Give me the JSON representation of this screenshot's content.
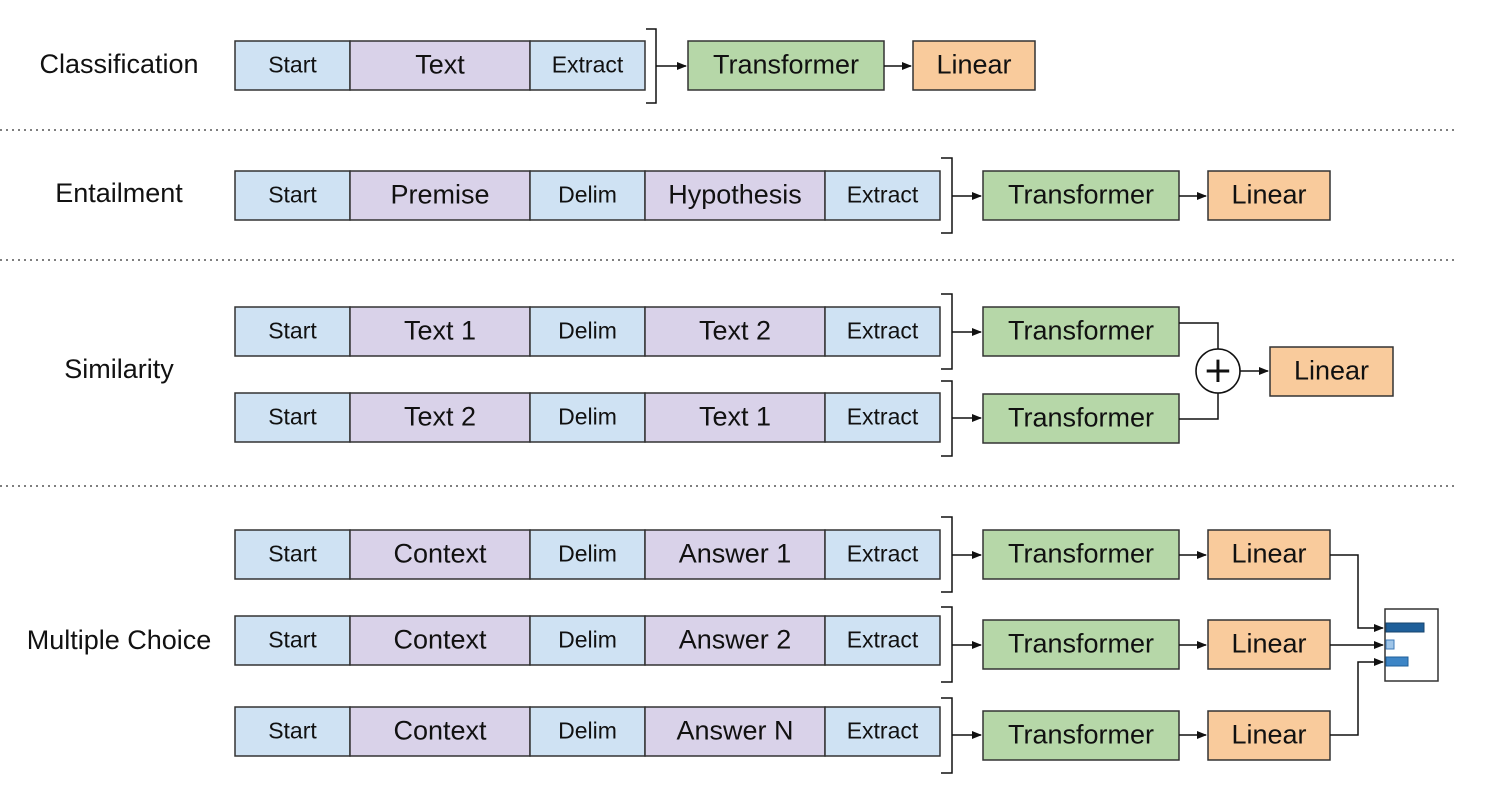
{
  "colors": {
    "special_token": "#cfe2f3",
    "content_token": "#d9d2e9",
    "transformer": "#b6d7a8",
    "linear": "#f9cb9c",
    "stroke": "#333333",
    "separator": "#555555",
    "softmax_bar": "#1f5f99",
    "softmax_bar_light": "#9fc5e8"
  },
  "icons": [
    "plus-circle-icon",
    "softmax-bars-icon"
  ],
  "modules": {
    "transformer": "Transformer",
    "linear": "Linear",
    "sum": "+"
  },
  "tasks": [
    {
      "name": "Classification",
      "sequences": [
        [
          "Start",
          "Text",
          "Extract"
        ]
      ]
    },
    {
      "name": "Entailment",
      "sequences": [
        [
          "Start",
          "Premise",
          "Delim",
          "Hypothesis",
          "Extract"
        ]
      ]
    },
    {
      "name": "Similarity",
      "sequences": [
        [
          "Start",
          "Text 1",
          "Delim",
          "Text 2",
          "Extract"
        ],
        [
          "Start",
          "Text 2",
          "Delim",
          "Text 1",
          "Extract"
        ]
      ]
    },
    {
      "name": "Multiple Choice",
      "sequences": [
        [
          "Start",
          "Context",
          "Delim",
          "Answer 1",
          "Extract"
        ],
        [
          "Start",
          "Context",
          "Delim",
          "Answer 2",
          "Extract"
        ],
        [
          "Start",
          "Context",
          "Delim",
          "Answer N",
          "Extract"
        ]
      ]
    }
  ]
}
